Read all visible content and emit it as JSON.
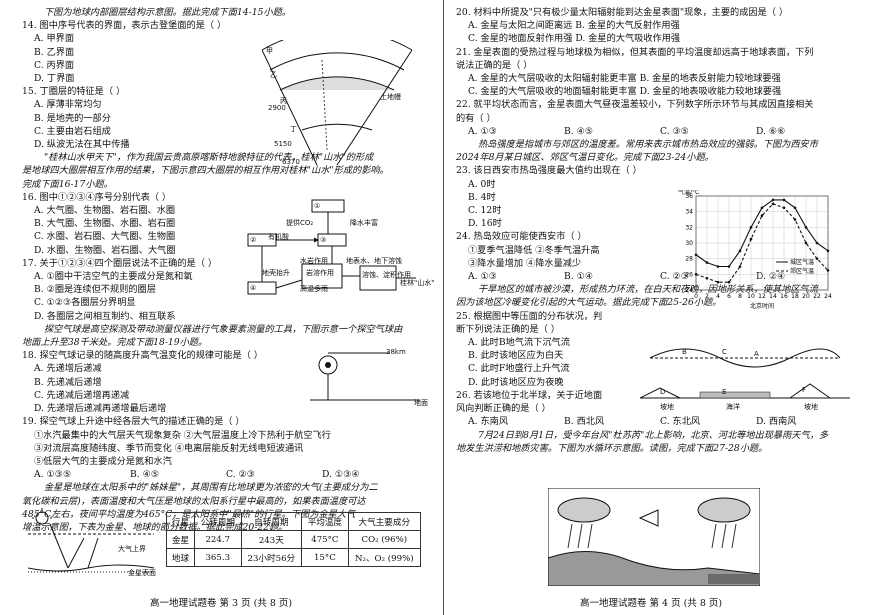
{
  "left": {
    "lines": [
      {
        "t": "下图为地球内部圈层结构示意图。据此完成下面14-15小题。",
        "c": "intro ind2"
      },
      {
        "t": "14. 图中序号代表的界面，表示古登堡面的是（   ）"
      },
      {
        "t": "A. 甲界面",
        "c": "ind1"
      },
      {
        "t": "B. 乙界面",
        "c": "ind1"
      },
      {
        "t": "C. 丙界面",
        "c": "ind1"
      },
      {
        "t": "D. 丁界面",
        "c": "ind1"
      },
      {
        "t": "15. 丁圈层的特征是（   ）"
      },
      {
        "t": "A. 厚薄非常均匀",
        "c": "ind1"
      },
      {
        "t": "B. 是地壳的一部分",
        "c": "ind1"
      },
      {
        "t": "C. 主要由岩石组成",
        "c": "ind1"
      },
      {
        "t": "D. 纵波无法在其中传播",
        "c": "ind1"
      },
      {
        "t": "\"桂林山水甲天下\"，作为我国云贵高原喀斯特地貌特征的代表，桂林\"山水\"的形成",
        "c": "intro ind2"
      },
      {
        "t": "是地球四大圈层相互作用的结果，下图示意四大圈层的相互作用对桂林\"山水\"形成的影响。",
        "c": "intro"
      },
      {
        "t": "完成下面16-17小题。",
        "c": "intro"
      },
      {
        "t": "16. 图中①②③④序号分别代表（   ）"
      },
      {
        "t": "A. 大气圈、生物圈、岩石圈、水圈",
        "c": "ind1"
      },
      {
        "t": "B. 大气圈、生物圈、水圈、岩石圈",
        "c": "ind1"
      },
      {
        "t": "C. 水圈、岩石圈、大气圈、生物圈",
        "c": "ind1"
      },
      {
        "t": "D. 水圈、生物圈、岩石圈、大气圈",
        "c": "ind1"
      },
      {
        "t": "17. 关于①②③④四个圈层说法不正确的是（   ）"
      },
      {
        "t": "A. ①圈中干洁空气的主要成分是氮和氧",
        "c": "ind1"
      },
      {
        "t": "B. ②圈是连续但不规则的圈层",
        "c": "ind1"
      },
      {
        "t": "C. ①②③各圈层分界明显",
        "c": "ind1"
      },
      {
        "t": "D. 各圈层之间相互制约、相互联系",
        "c": "ind1"
      },
      {
        "t": "探空气球是高空探测及带动测量仪器进行气象要素测量的工具，下图示意一个探空气球由",
        "c": "intro ind2"
      },
      {
        "t": "地面上升至38千米处。完成下面18-19小题。",
        "c": "intro"
      },
      {
        "t": "18. 探空气球记录的随高度升高气温变化的规律可能是（   ）"
      },
      {
        "t": "A. 先递增后递减",
        "c": "ind1"
      },
      {
        "t": "B. 先递减后递增",
        "c": "ind1"
      },
      {
        "t": "C. 先递减后递增再递减",
        "c": "ind1"
      },
      {
        "t": "D. 先递增后递减再递增最后递增",
        "c": "ind1"
      },
      {
        "t": "19. 探空气球上升途中经各层大气的描述正确的是（   ）"
      },
      {
        "t": "①水汽最集中的大气层天气现象复杂   ②大气层温度上冷下热利于航空飞行",
        "c": "ind1"
      },
      {
        "t": "③对流层高度随纬度、季节而变化   ④电离层能反射无线电短波通讯",
        "c": "ind1"
      },
      {
        "t": "⑤低层大气的主要成分是氮和水汽",
        "c": "ind1"
      }
    ],
    "q19_options": [
      "A. ①③⑤",
      "B. ④⑤",
      "C. ②③",
      "D. ①③④"
    ],
    "venus_intro": [
      "金星是地球在太阳系中的\"姊妹星\"，其周围有比地球更为浓密的大气(主要成分为二",
      "氧化碳和云层)，表面温度和大气压是地球的太阳系行星中最高的，如果表面温度可达",
      "485°C左右，夜间平均温度为465°C，是太阳系中\"最热\"的行星。下图为金星大气",
      "增温示意图，下表为金星、地球的部分数据。据此完成20-22题。"
    ],
    "table": {
      "headers": [
        "行星",
        "公转周期",
        "自转周期",
        "平均温度",
        "大气主要成分"
      ],
      "rows": [
        [
          "金星",
          "224.7",
          "243天",
          "475°C",
          "CO₂ (96%)"
        ],
        [
          "地球",
          "365.3",
          "23小时56分",
          "15°C",
          "N₂、O₂ (99%)"
        ]
      ]
    },
    "fig_labels": {
      "jia": "甲",
      "yi": "乙",
      "bing": "丙",
      "ding": "丁",
      "depth1": "2900",
      "depth2": "5150",
      "depth3": "6370",
      "upper_mantle": "上地幔",
      "c1": "①",
      "c2": "②",
      "c3": "③",
      "c4": "④",
      "co2": "提供CO₂",
      "plants": "有机酸",
      "rain": "降水丰富",
      "water_rock": "水岩作用",
      "karst": "地表水、地下溶蚀",
      "erosion": "溶蚀、淀积作用",
      "guilin": "桂林\"山水\"",
      "fluid": "岩溶作用",
      "land_uplift": "地壳抬升",
      "uplift2": "高温多雨",
      "balloon_alt": "38km",
      "ground": "地面",
      "atm_top": "大气上界",
      "venus_surface": "金星表面"
    },
    "footer": "高一地理试题卷  第 3 页  (共 8 页)"
  },
  "right": {
    "lines": [
      {
        "t": "20. 材料中所提及\"只有极少量太阳辐射能到达金星表面\"现象，主要的成因是（   ）"
      },
      {
        "t": "A. 金星与太阳之间距离远       B. 金星的大气反射作用强",
        "c": "ind1"
      },
      {
        "t": "C. 金星的地面反射作用强       D. 金星的大气吸收作用强",
        "c": "ind1"
      },
      {
        "t": "21. 金星表面的受热过程与地球极为相似，但其表面的平均温度却远高于地球表面，下列"
      },
      {
        "t": "说法正确的是（   ）"
      },
      {
        "t": "A. 金星的大气层吸收的太阳辐射能更丰富   B. 金星的地表反射能力较地球要强",
        "c": "ind1"
      },
      {
        "t": "C. 金星的大气层吸收的地面辐射能更丰富   D. 金星的地表吸收能力较地球要强",
        "c": "ind1"
      },
      {
        "t": "22. 就平均状态而言，金星表面大气昼夜温差较小，下列数字所示环节与其成因直接相关"
      },
      {
        "t": "的有（   ）"
      }
    ],
    "q22_options": [
      "A. ①③",
      "B. ④⑤",
      "C. ③⑤",
      "D. ⑥⑥"
    ],
    "heat_intro": [
      "热岛强度是指城市与郊区的温度差。常用来表示城市热岛效应的强弱。下图为西安市",
      "2024年8月某日城区、郊区气温日变化。完成下面23-24小题。"
    ],
    "lines2": [
      {
        "t": "23. 该日西安市热岛强度最大值约出现在（   ）"
      },
      {
        "t": "A. 0时",
        "c": "ind1"
      },
      {
        "t": "B. 4时",
        "c": "ind1"
      },
      {
        "t": "C. 12时",
        "c": "ind1"
      },
      {
        "t": "D. 16时",
        "c": "ind1"
      },
      {
        "t": "24. 热岛效应可能使西安市（   ）"
      },
      {
        "t": "①夏季气温降低   ②冬季气温升高",
        "c": "ind1"
      },
      {
        "t": "③降水量增加     ④降水量减少",
        "c": "ind1"
      }
    ],
    "q24_options": [
      "A. ①③",
      "B. ①④",
      "C. ②③",
      "D. ②④"
    ],
    "wind_intro": [
      "干旱地区的城市被沙漠，形成热力环流，在白天和夜晚，因地形关系，使其地区气流",
      "因为该地区冷暖变化引起的大气运动。据此完成下面25-26小题。"
    ],
    "lines3": [
      {
        "t": "25. 根据图中等压面的分布状况，判"
      },
      {
        "t": "断下列说法正确的是（   ）"
      },
      {
        "t": "A. 此时B地气流下沉气流",
        "c": "ind1"
      },
      {
        "t": "B. 此时该地区应为白天",
        "c": "ind1"
      },
      {
        "t": "C. 此时F地盛行上升气流",
        "c": "ind1"
      },
      {
        "t": "D. 此时该地区应为夜晚",
        "c": "ind1"
      },
      {
        "t": "26. 若该地位于北半球，关于近地面"
      },
      {
        "t": "风向判断正确的是（   ）"
      }
    ],
    "q26_options": [
      "A. 东南风",
      "B. 西北风",
      "C. 东北风",
      "D. 西南风"
    ],
    "typhoon_intro": [
      "7月24日到8月1日，受今年台风\"杜苏芮\"北上影响，北京、河北等地出现暴雨天气，多",
      "地发生洪涝和地质灾害。下图为水循环示意图。读图，完成下面27-28小题。"
    ],
    "chart_labels": {
      "urban": "城区气温",
      "suburb": "郊区气温",
      "xlab": "北京时间",
      "ylab": "气温/°C"
    },
    "pressure_labels": {
      "A": "A",
      "B": "B",
      "C": "C",
      "D": "D",
      "E": "E",
      "F": "F",
      "land1": "坡地",
      "land2": "坡地",
      "land3": "海洋"
    },
    "footer": "高一地理试题卷  第 4 页  (共 8 页)"
  },
  "chart_data": {
    "type": "line",
    "x": [
      0,
      2,
      4,
      6,
      8,
      10,
      12,
      14,
      16,
      18,
      20,
      22,
      24
    ],
    "series": [
      {
        "name": "城区气温",
        "values": [
          28.5,
          27.5,
          27,
          27,
          29,
          32,
          34.5,
          35.5,
          35.5,
          34.5,
          32,
          30,
          29
        ]
      },
      {
        "name": "郊区气温",
        "values": [
          26,
          25.5,
          25,
          25,
          27,
          30.5,
          33.5,
          35,
          34.5,
          33,
          30,
          28,
          26.5
        ]
      }
    ],
    "xticks": [
      0,
      2,
      4,
      6,
      8,
      10,
      12,
      14,
      16,
      18,
      20,
      22,
      24
    ],
    "yticks": [
      24,
      26,
      28,
      30,
      32,
      34,
      36
    ],
    "xlabel": "北京时间",
    "ylabel": "气温/°C",
    "ylim": [
      24,
      36
    ]
  }
}
